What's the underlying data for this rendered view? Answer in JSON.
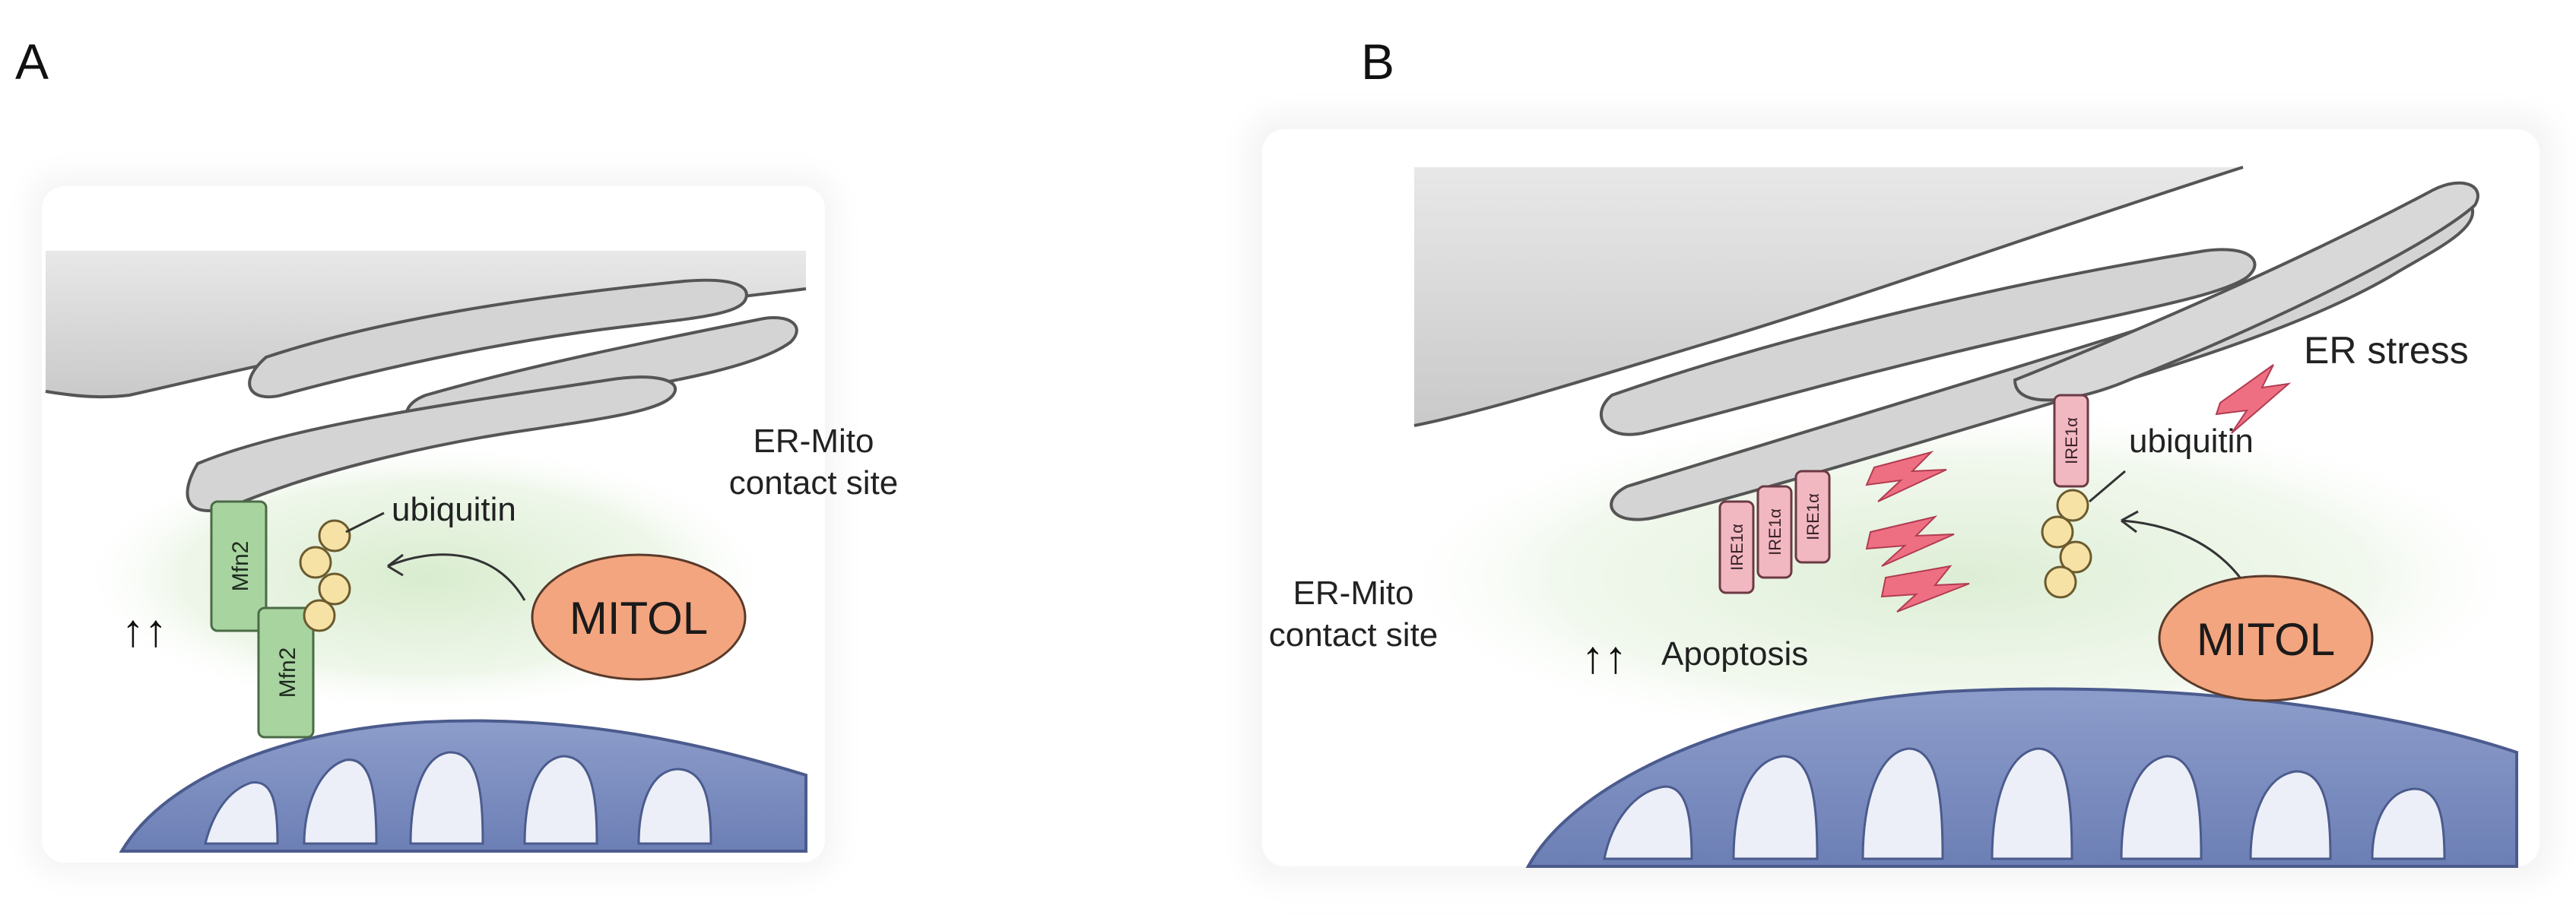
{
  "panels": {
    "a": {
      "letter": "A",
      "contact_site_label": [
        "ER-Mito",
        "contact site"
      ],
      "ubiquitin_label": "ubiquitin",
      "mitol_label": "MITOL",
      "mfn2_upper": "Mfn2",
      "mfn2_lower": "Mfn2",
      "up_arrows": "↑↑"
    },
    "b": {
      "letter": "B",
      "contact_site_label": [
        "ER-Mito",
        "contact site"
      ],
      "ubiquitin_label": "ubiquitin",
      "mitol_label": "MITOL",
      "er_stress_label": "ER stress",
      "apoptosis_label": "Apoptosis",
      "ire_labels": [
        "IRE1α",
        "IRE1α",
        "IRE1α"
      ],
      "ire_single": "IRE1α",
      "up_arrows": "↑↑"
    }
  },
  "colors": {
    "er": "#dcdcdc",
    "er_edge": "#555555",
    "mito": "#7d8fc0",
    "mito_inner": "#e9ecf5",
    "contact_glow": "#d9ebcf",
    "mitol": "#f3a57f",
    "mfn2": "#a8d4a0",
    "ire": "#f2b8c2",
    "ubiquitin": "#f7e2a6",
    "lightning": "#ef6f82"
  }
}
